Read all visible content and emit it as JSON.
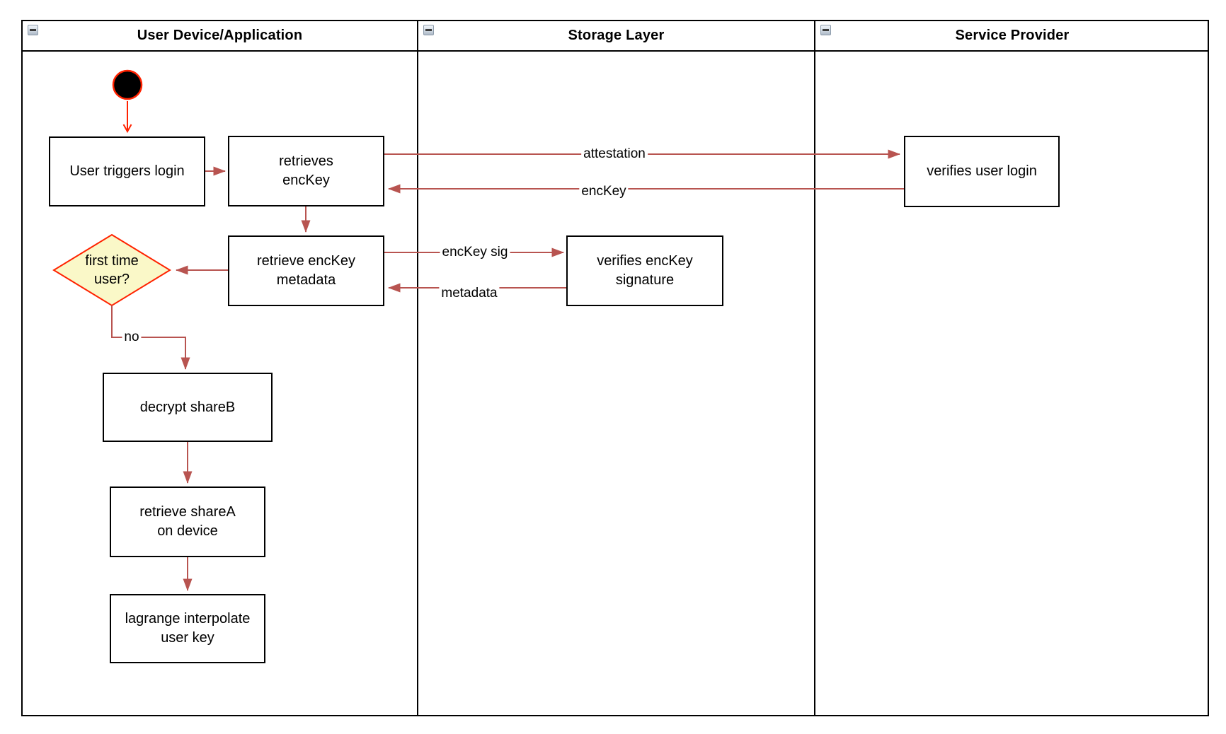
{
  "colors": {
    "flow_arrow": "#B85450",
    "start_accent": "#FF2200",
    "decision_fill": "#FAF8C8",
    "line": "#000000"
  },
  "lanes": [
    {
      "title": "User Device/Application"
    },
    {
      "title": "Storage Layer"
    },
    {
      "title": "Service Provider"
    }
  ],
  "nodes": {
    "user_triggers_login": "User triggers login",
    "retrieves_enckey": "retrieves\nencKey",
    "retrieve_enckey_metadata": "retrieve encKey\nmetadata",
    "first_time_user": "first time\nuser?",
    "decrypt_shareb": "decrypt shareB",
    "retrieve_sharea": "retrieve shareA\non device",
    "lagrange_interpolate": "lagrange interpolate\nuser key",
    "verifies_enckey_signature": "verifies encKey\nsignature",
    "verifies_user_login": "verifies user login"
  },
  "edge_labels": {
    "attestation": "attestation",
    "enckey": "encKey",
    "enckey_sig": "encKey sig",
    "metadata": "metadata",
    "no": "no"
  }
}
